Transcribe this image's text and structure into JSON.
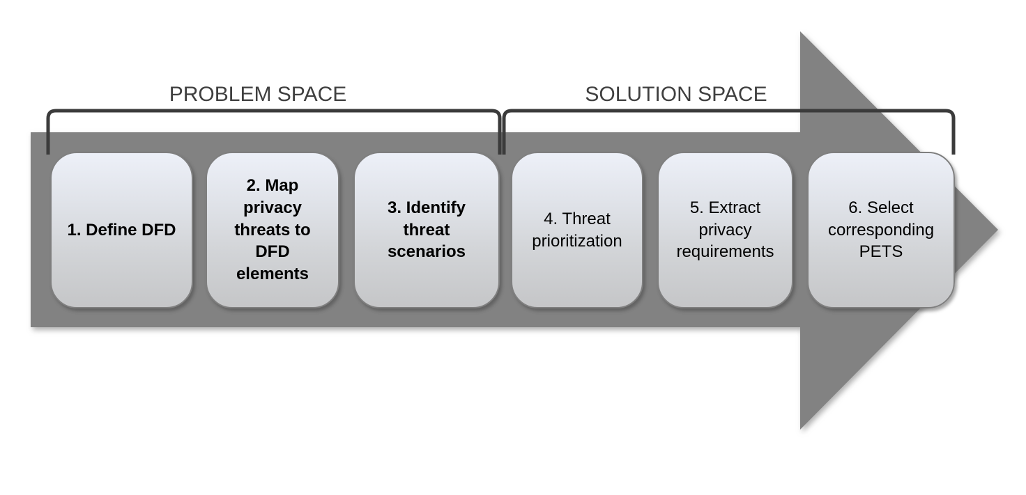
{
  "diagram": {
    "title_region_labels": {
      "problem_space": "PROBLEM SPACE",
      "solution_space": "SOLUTION SPACE"
    },
    "steps": [
      {
        "id": 1,
        "space": "problem",
        "label": "1. Define DFD"
      },
      {
        "id": 2,
        "space": "problem",
        "label": "2. Map\nprivacy\nthreats to\nDFD\nelements"
      },
      {
        "id": 3,
        "space": "problem",
        "label": "3. Identify\nthreat\nscenarios"
      },
      {
        "id": 4,
        "space": "solution",
        "label": "4. Threat\nprioritization"
      },
      {
        "id": 5,
        "space": "solution",
        "label": "5. Extract\nprivacy\nrequirements"
      },
      {
        "id": 6,
        "space": "solution",
        "label": "6. Select\ncorresponding\nPETS"
      }
    ],
    "colors": {
      "arrow_fill": "#828282",
      "bracket_stroke": "#3b3b3b",
      "label_text": "#3f3f3f",
      "box_border": "#7f7f7f",
      "box_grad_top": "#edf0f8",
      "box_grad_bottom": "#c5c6c8",
      "box_text": "#000000",
      "page_bg": "#ffffff"
    }
  }
}
